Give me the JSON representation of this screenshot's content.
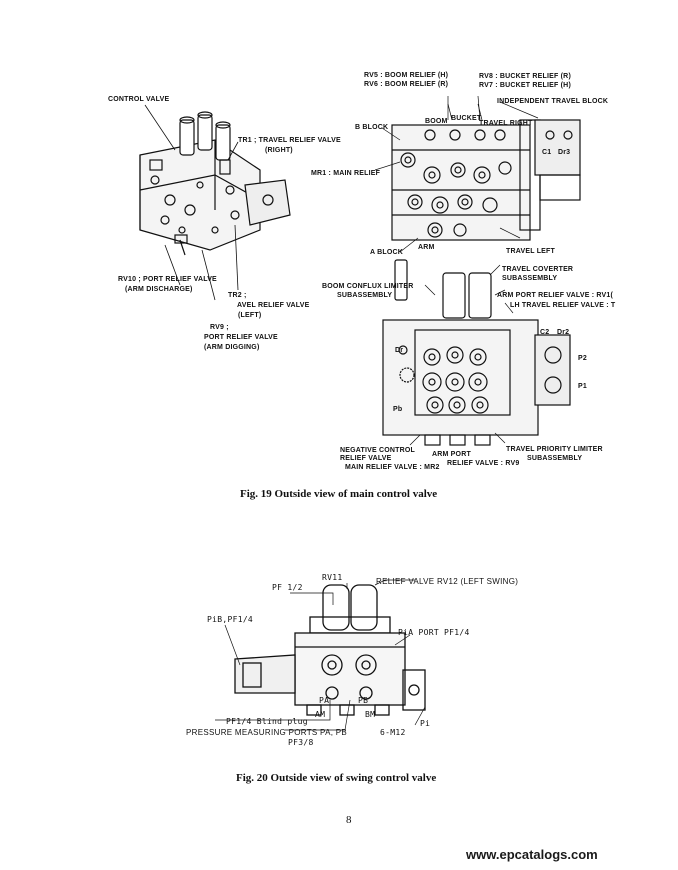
{
  "fig19": {
    "left_labels": {
      "control_valve": "CONTROL VALVE",
      "tr1_a": "TR1 ; TRAVEL RELIEF VALVE",
      "tr1_b": "(RIGHT)",
      "rv10_a": "RV10 ; PORT RELIEF VALVE",
      "rv10_b": "(ARM DISCHARGE)",
      "tr2_a": "TR2 ;",
      "tr2_b": "AVEL RELIEF VALVE",
      "tr2_c": "(LEFT)",
      "rv9_a": "RV9 ;",
      "rv9_b": "PORT RELIEF VALVE",
      "rv9_c": "(ARM DIGGING)"
    },
    "top_labels": {
      "rv5": "RV5 : BOOM RELIEF (H)",
      "rv6": "RV6 : BOOM RELIEF (R)",
      "rv8": "RV8 : BUCKET RELIEF (R)",
      "rv7": "RV7 : BUCKET RELIEF (H)",
      "independent": "INDEPENDENT TRAVEL BLOCK",
      "b_block": "B BLOCK",
      "boom": "BOOM",
      "bucket": "BUCKET",
      "travel_right": "TRAVEL RIGHT",
      "mr1": "MR1 : MAIN RELIEF",
      "a_block": "A BLOCK",
      "arm": "ARM",
      "travel_left": "TRAVEL LEFT",
      "c1": "C1",
      "dr3": "Dr3"
    },
    "bottom_labels": {
      "travel_converter_a": "TRAVEL COVERTER",
      "travel_converter_b": "SUBASSEMBLY",
      "boom_conflux_a": "BOOM CONFLUX LIMITER",
      "boom_conflux_b": "SUBASSEMBLY",
      "arm_port_relief": "ARM PORT RELIEF VALVE : RV1(",
      "lh_travel_relief": "LH TRAVEL RELIEF VALVE : T",
      "negative_control_a": "NEGATIVE CONTROL",
      "negative_control_b": "RELIEF VALVE",
      "main_relief_mr2": "MAIN RELIEF VALVE : MR2",
      "arm_port_a": "ARM PORT",
      "arm_port_b": "RELIEF VALVE : RV9",
      "travel_priority_a": "TRAVEL PRIORITY LIMITER",
      "travel_priority_b": "SUBASSEMBLY",
      "c2": "C2",
      "dr2": "Dr2",
      "p1": "P1",
      "p2": "P2",
      "pb": "Pb",
      "dr": "Dr"
    },
    "caption": "Fig. 19   Outside view of main control valve"
  },
  "fig20": {
    "rv11": "RV11",
    "relief_rv12": "RELIEF VALVE RV12 (LEFT SWING)",
    "pf12": "PF 1/2",
    "pib": "PiB,PF1/4",
    "pia_port": "PiA PORT PF1/4",
    "pa": "PA",
    "pb": "PB",
    "pf14_blind": "PF1/4 Blind plug",
    "am": "AM",
    "bm": "BM",
    "pressure_ports": "PRESSURE MEASURING PORTS PA, PB",
    "pf38": "PF3/8",
    "m12": "6-M12",
    "pi": "Pi",
    "caption": "Fig. 20   Outside view of swing control valve"
  },
  "page_number": "8",
  "watermark": "www.epcatalogs.com"
}
